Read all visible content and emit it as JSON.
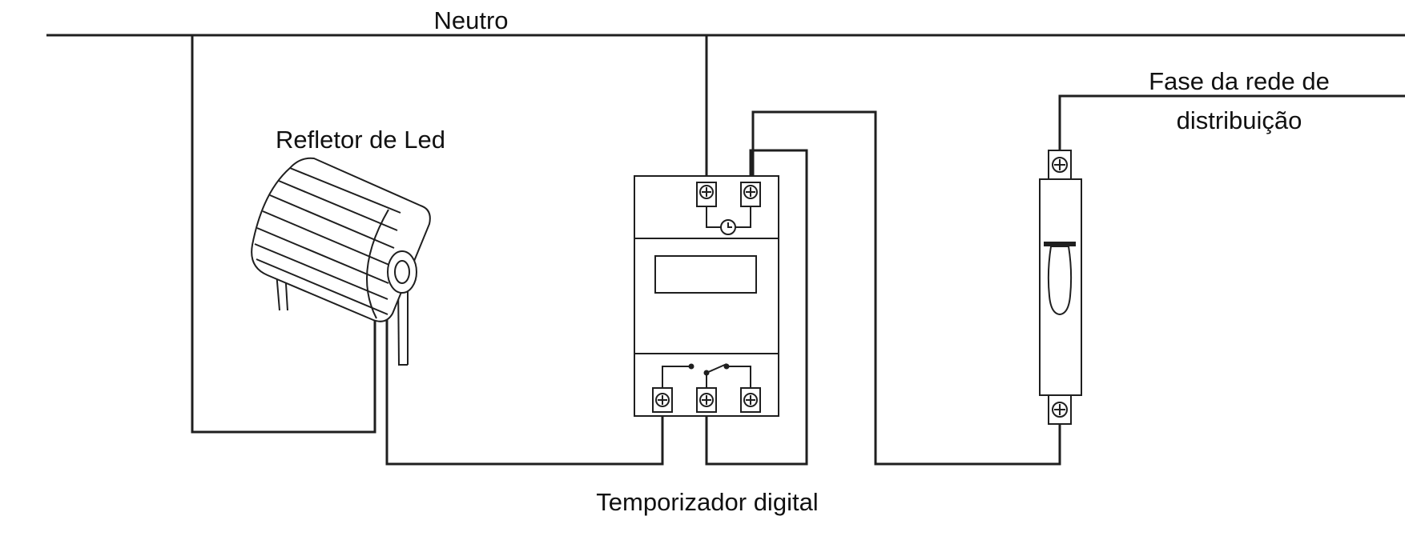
{
  "labels": {
    "neutral": "Neutro",
    "phase_line1": "Fase da rede de",
    "phase_line2": "distribuição",
    "led_reflector": "Refletor de Led",
    "timer": "Temporizador digital"
  },
  "colors": {
    "line": "#1f1f1f",
    "background": "#ffffff"
  }
}
